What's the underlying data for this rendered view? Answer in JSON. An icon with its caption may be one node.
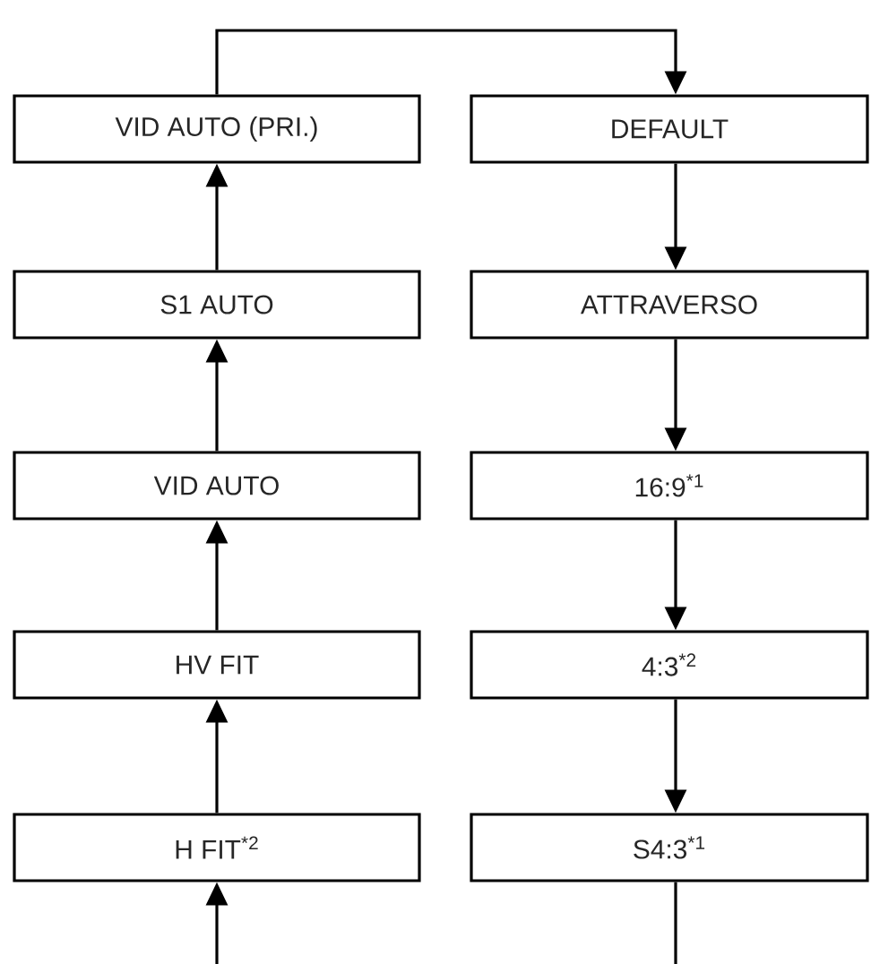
{
  "diagram": {
    "nodes": [
      {
        "text": [
          "VID AUTO (PRI.)"
        ]
      },
      {
        "text": [
          "DEFAULT"
        ]
      },
      {
        "text": [
          "S1 AUTO"
        ]
      },
      {
        "text": [
          "ATTRAVERSO"
        ]
      },
      {
        "text": [
          "VID AUTO"
        ]
      },
      {
        "text": [
          "16:9$^{*1}$"
        ]
      },
      {
        "text": [
          "HV FIT"
        ]
      },
      {
        "text": [
          "4:3$^{*2}$"
        ]
      },
      {
        "text": [
          "H FIT$^{*2}$"
        ]
      },
      {
        "text": [
          "S4:3$^{*1}$"
        ]
      }
    ],
    "edges": [
      {
        "from": null,
        "to": 8,
        "arrow": "to"
      },
      {
        "from": 8,
        "to": 6,
        "arrow": "to"
      },
      {
        "from": 6,
        "to": 4,
        "arrow": "to"
      },
      {
        "from": 4,
        "to": 2,
        "arrow": "to"
      },
      {
        "from": 2,
        "to": 0,
        "arrow": "to"
      },
      {
        "from": 0,
        "to": 1,
        "arrow": "to"
      },
      {
        "from": 1,
        "to": 3,
        "arrow": "to"
      },
      {
        "from": 3,
        "to": 5,
        "arrow": "to"
      },
      {
        "from": 5,
        "to": 7,
        "arrow": "to"
      },
      {
        "from": 7,
        "to": 9,
        "arrow": "to"
      },
      {
        "from": 9,
        "to": null,
        "arrow": "none"
      }
    ]
  }
}
